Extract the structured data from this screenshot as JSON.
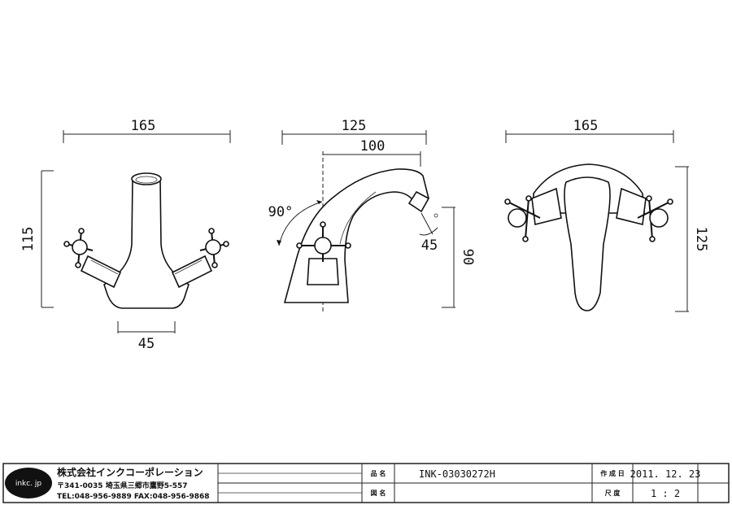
{
  "dimensions": {
    "front_width": "165",
    "front_height": "115",
    "front_base": "45",
    "side_overall": "125",
    "side_reach": "100",
    "side_angle": "90°",
    "side_spout_angle": "45",
    "side_height": "90",
    "back_width": "165",
    "back_height": "125"
  },
  "title_block": {
    "logo": "inkc. jp",
    "company": "株式会社インクコーポレーション",
    "address": "〒341-0035 埼玉県三郷市鷹野5-557",
    "contact": "TEL:048-956-9889  FAX:048-956-9868",
    "product_name_label": "品 名",
    "product_name": "INK-03030272H",
    "drawing_name_label": "図 名",
    "drawing_name": "",
    "created_label": "作 成 日",
    "created_date": "2011. 12. 23",
    "scale_label": "尺 度",
    "scale": "1 : 2"
  }
}
